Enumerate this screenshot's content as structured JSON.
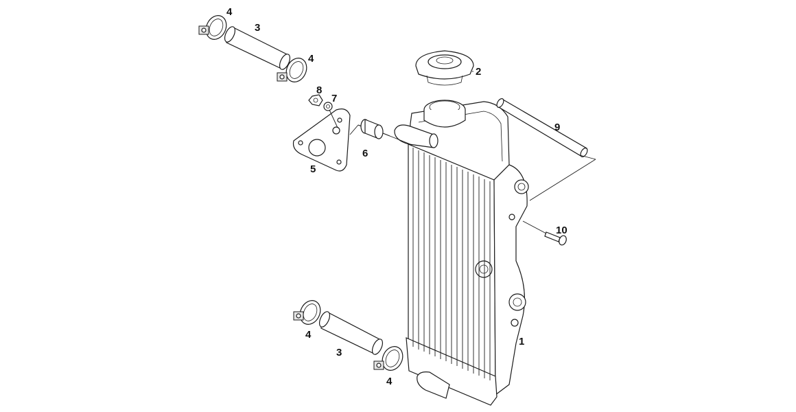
{
  "callouts": [
    {
      "id": "1",
      "text": "1"
    },
    {
      "id": "2",
      "text": "2"
    },
    {
      "id": "3a",
      "text": "3"
    },
    {
      "id": "3b",
      "text": "3"
    },
    {
      "id": "4a",
      "text": "4"
    },
    {
      "id": "4b",
      "text": "4"
    },
    {
      "id": "4c",
      "text": "4"
    },
    {
      "id": "4d",
      "text": "4"
    },
    {
      "id": "5",
      "text": "5"
    },
    {
      "id": "6",
      "text": "6"
    },
    {
      "id": "7",
      "text": "7"
    },
    {
      "id": "8",
      "text": "8"
    },
    {
      "id": "9",
      "text": "9"
    },
    {
      "id": "10",
      "text": "10"
    }
  ]
}
